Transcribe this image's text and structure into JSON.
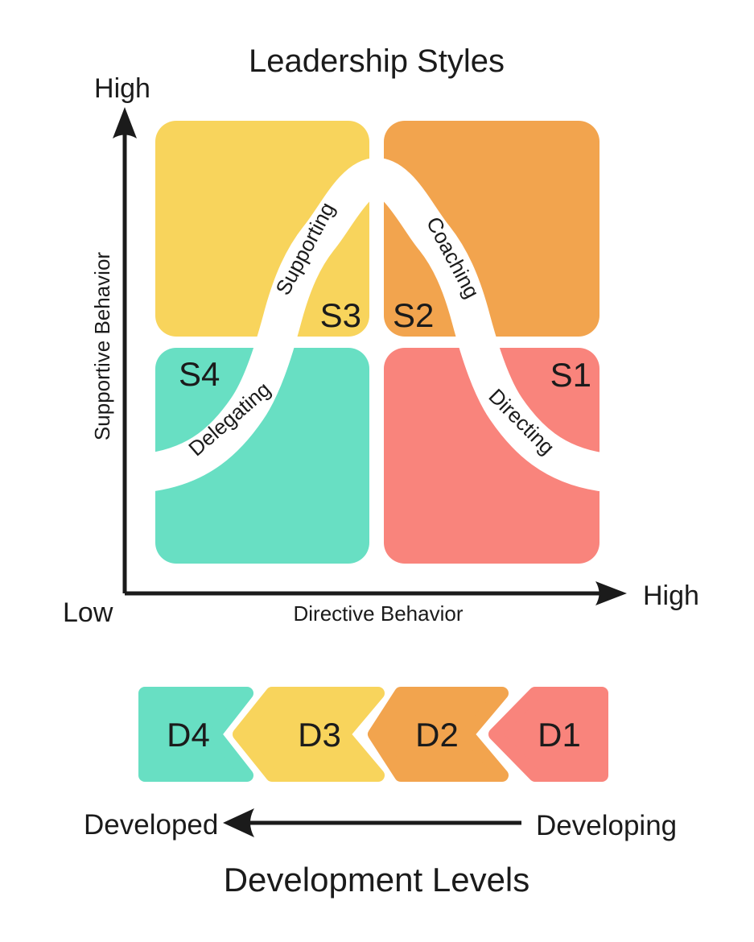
{
  "title": "Leadership Styles",
  "colors": {
    "yellow": "#F8D45C",
    "orange": "#F2A44E",
    "teal": "#68DFC3",
    "salmon": "#F9847C",
    "curve": "#FFFFFF",
    "text": "#1B1B1B"
  },
  "axes": {
    "y_high": "High",
    "y_low": "Low",
    "y_label": "Supportive Behavior",
    "x_label": "Directive Behavior",
    "x_high": "High"
  },
  "styles": [
    {
      "code": "S1",
      "name": "Directing",
      "quadrant": "bottom-right",
      "color_key": "salmon"
    },
    {
      "code": "S2",
      "name": "Coaching",
      "quadrant": "top-right",
      "color_key": "orange"
    },
    {
      "code": "S3",
      "name": "Supporting",
      "quadrant": "top-left",
      "color_key": "yellow"
    },
    {
      "code": "S4",
      "name": "Delegating",
      "quadrant": "bottom-left",
      "color_key": "teal"
    }
  ],
  "development": {
    "title": "Development Levels",
    "left_label": "Developed",
    "right_label": "Developing",
    "levels": [
      {
        "code": "D4",
        "color_key": "teal"
      },
      {
        "code": "D3",
        "color_key": "yellow"
      },
      {
        "code": "D2",
        "color_key": "orange"
      },
      {
        "code": "D1",
        "color_key": "salmon"
      }
    ]
  }
}
